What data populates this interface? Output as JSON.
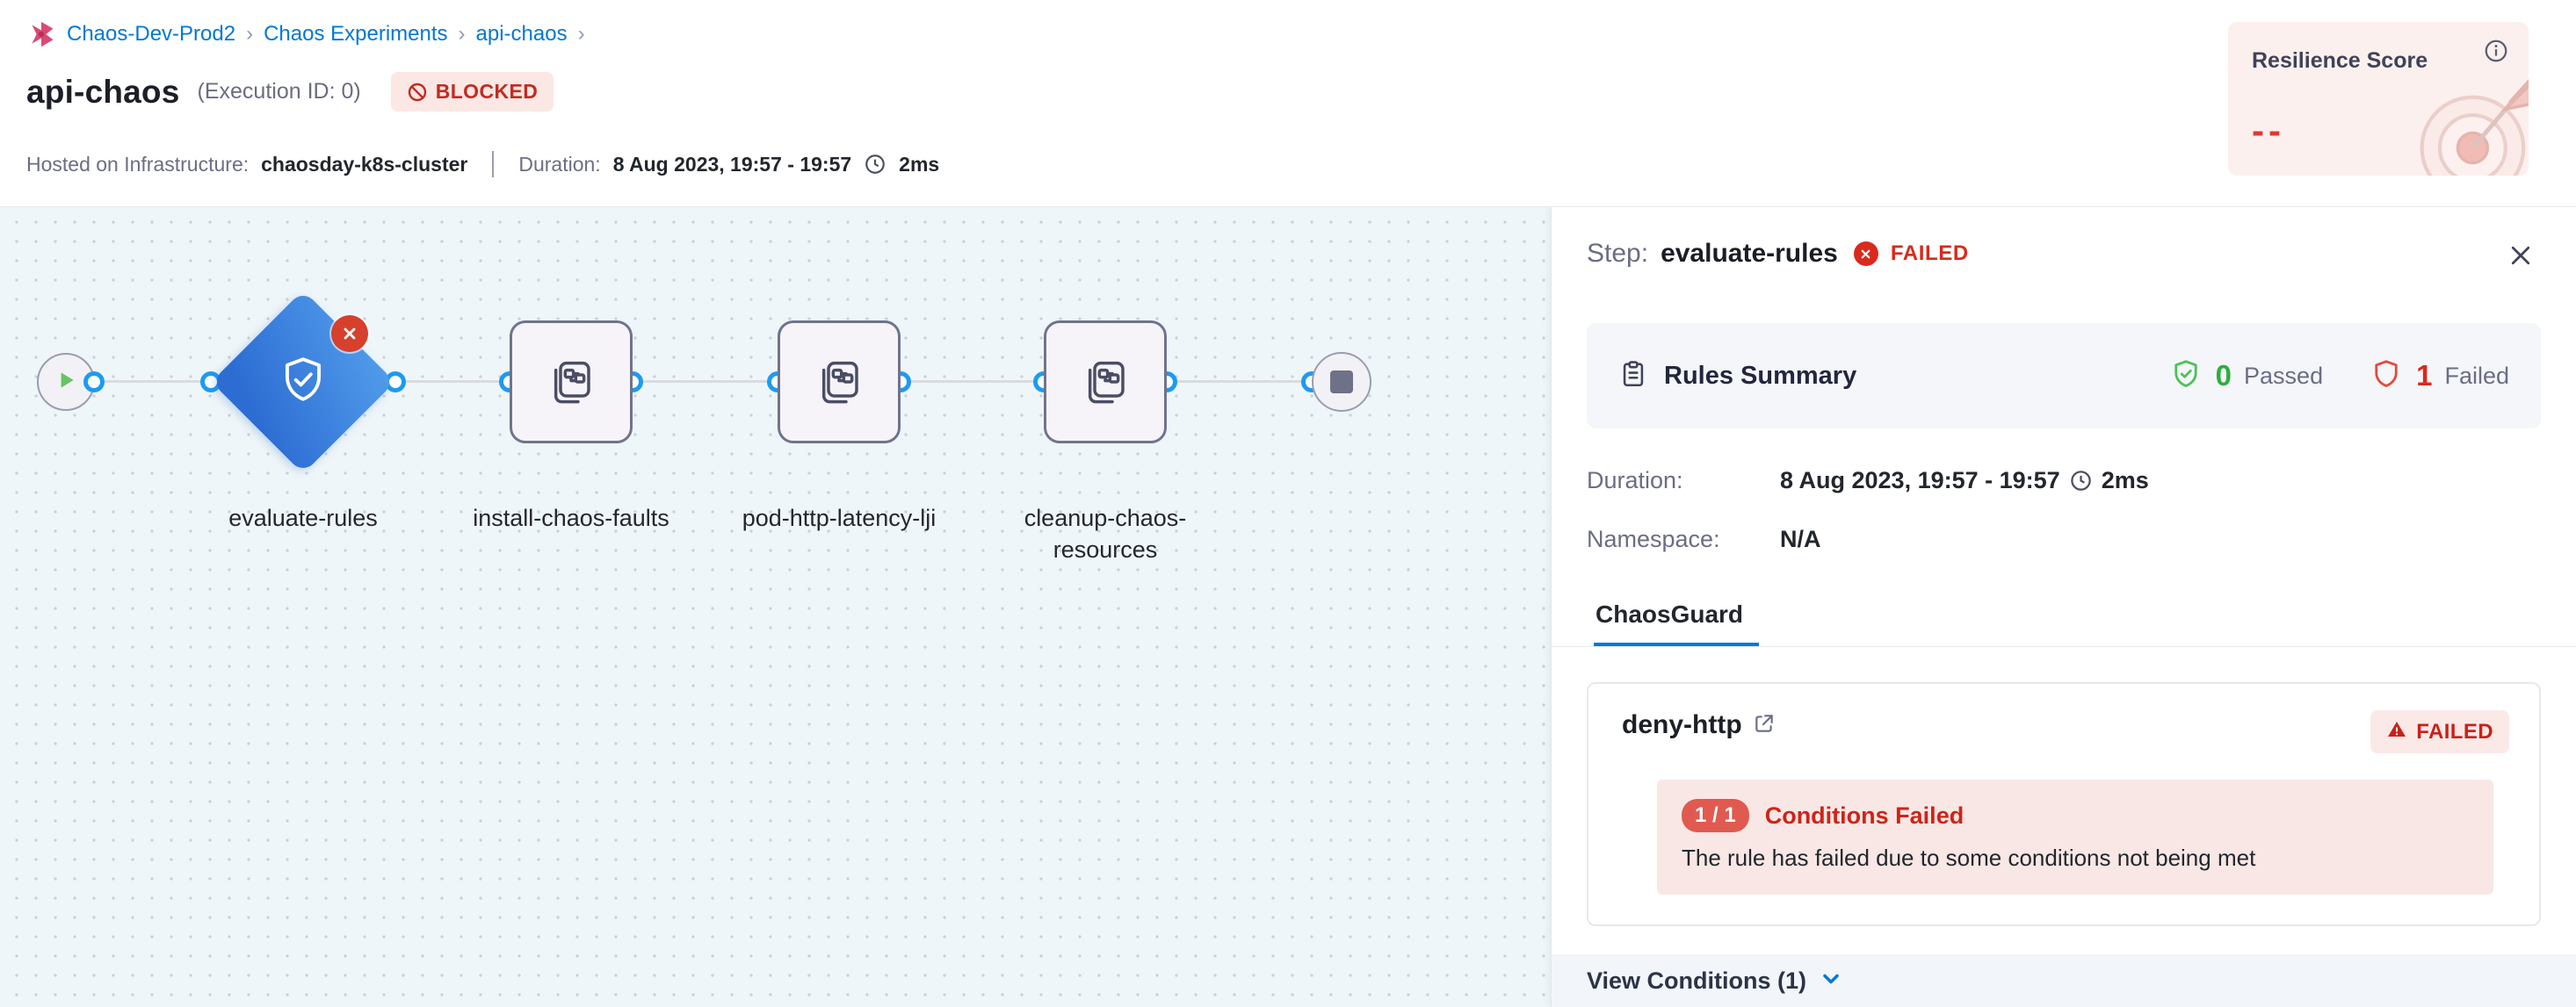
{
  "colors": {
    "brand_blue": "#0278d5",
    "port_blue": "#1d9bf0",
    "error_red": "#da291d",
    "success_green": "#2fae3e",
    "blocked_bg": "#fbe7e4",
    "resilience_bg": "#fcf0ee",
    "canvas_bg": "#eff6f9"
  },
  "breadcrumb": {
    "separator": "›",
    "items": [
      {
        "label": "Chaos-Dev-Prod2"
      },
      {
        "label": "Chaos Experiments"
      },
      {
        "label": "api-chaos"
      }
    ]
  },
  "header": {
    "title": "api-chaos",
    "execution_id": "(Execution ID: 0)",
    "status_badge": "BLOCKED",
    "hosted_label": "Hosted on Infrastructure:",
    "hosted_value": "chaosday-k8s-cluster",
    "duration_label": "Duration:",
    "duration_value": "8 Aug 2023, 19:57 - 19:57",
    "duration_ms": "2ms"
  },
  "resilience": {
    "title": "Resilience Score",
    "value": "--"
  },
  "pipeline": {
    "nodes": [
      {
        "label": "evaluate-rules"
      },
      {
        "label": "install-chaos-faults"
      },
      {
        "label": "pod-http-latency-lji"
      },
      {
        "label": "cleanup-chaos-resources"
      }
    ]
  },
  "panel": {
    "step_label": "Step:",
    "step_name": "evaluate-rules",
    "step_status": "FAILED",
    "rules_summary": {
      "title": "Rules Summary",
      "passed_count": "0",
      "passed_label": "Passed",
      "failed_count": "1",
      "failed_label": "Failed"
    },
    "duration_label": "Duration:",
    "duration_value": "8 Aug 2023, 19:57 - 19:57",
    "duration_ms": "2ms",
    "namespace_label": "Namespace:",
    "namespace_value": "N/A",
    "tab_label": "ChaosGuard",
    "rule_card": {
      "name": "deny-http",
      "status": "FAILED",
      "conditions_ratio": "1 / 1",
      "conditions_title": "Conditions Failed",
      "conditions_message": "The rule has failed due to some conditions not being met",
      "footer": "View Conditions (1)"
    }
  }
}
